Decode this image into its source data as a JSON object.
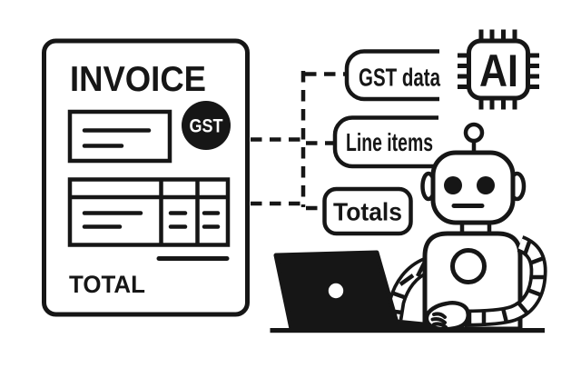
{
  "illustration": {
    "invoice": {
      "title": "INVOICE",
      "badge_label": "GST",
      "footer_label": "TOTAL"
    },
    "callouts": {
      "gst_data": "GST data",
      "line_items": "Line items",
      "totals": "Totals"
    },
    "ai_chip": {
      "label": "AI"
    },
    "colors": {
      "ink": "#161616",
      "background": "#ffffff"
    }
  }
}
